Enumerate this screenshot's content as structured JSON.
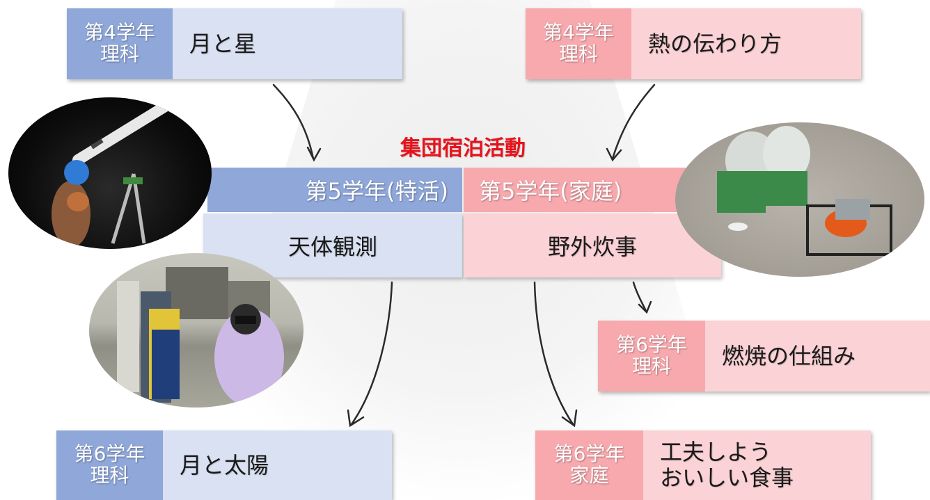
{
  "title": "集団宿泊活動",
  "top_left": {
    "tag_line1": "第4学年",
    "tag_line2": "理科",
    "body": "月と星"
  },
  "top_right": {
    "tag_line1": "第4学年",
    "tag_line2": "理科",
    "body": "熱の伝わり方"
  },
  "center_left": {
    "head": "第5学年(特活)",
    "body": "天体観測"
  },
  "center_right": {
    "head": "第5学年(家庭)",
    "body": "野外炊事"
  },
  "mid_right": {
    "tag_line1": "第6学年",
    "tag_line2": "理科",
    "body": "燃焼の仕組み"
  },
  "bottom_left": {
    "tag_line1": "第6学年",
    "tag_line2": "理科",
    "body": "月と太陽"
  },
  "bottom_right": {
    "tag_line1": "第6学年",
    "tag_line2": "家庭",
    "body_line1": "工夫しよう",
    "body_line2": "おいしい食事"
  },
  "colors": {
    "blue_tag": "#8fa7d9",
    "blue_body": "#d9e1f2",
    "pink_tag": "#f7a9ae",
    "pink_body": "#fbd2d5",
    "title_red": "#e8121b"
  },
  "photos": [
    "telescope-night-photo",
    "students-stargazing-photo",
    "outdoor-cooking-photo"
  ]
}
